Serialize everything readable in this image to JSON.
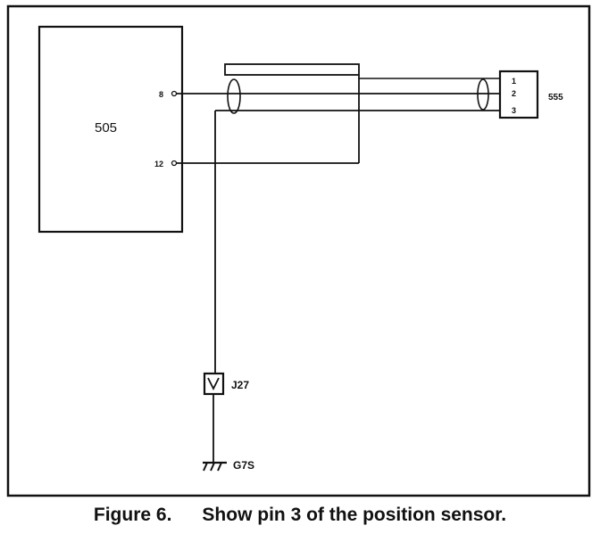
{
  "components": {
    "ecu": {
      "label": "505",
      "pins": {
        "upper": "8",
        "lower": "12"
      }
    },
    "sensor": {
      "label": "555",
      "pins": [
        "1",
        "2",
        "3"
      ]
    },
    "connector": {
      "label": "J27"
    },
    "ground": {
      "label": "G7S"
    }
  },
  "caption": {
    "number": "Figure 6.",
    "text": "Show pin 3 of  the position sensor."
  }
}
